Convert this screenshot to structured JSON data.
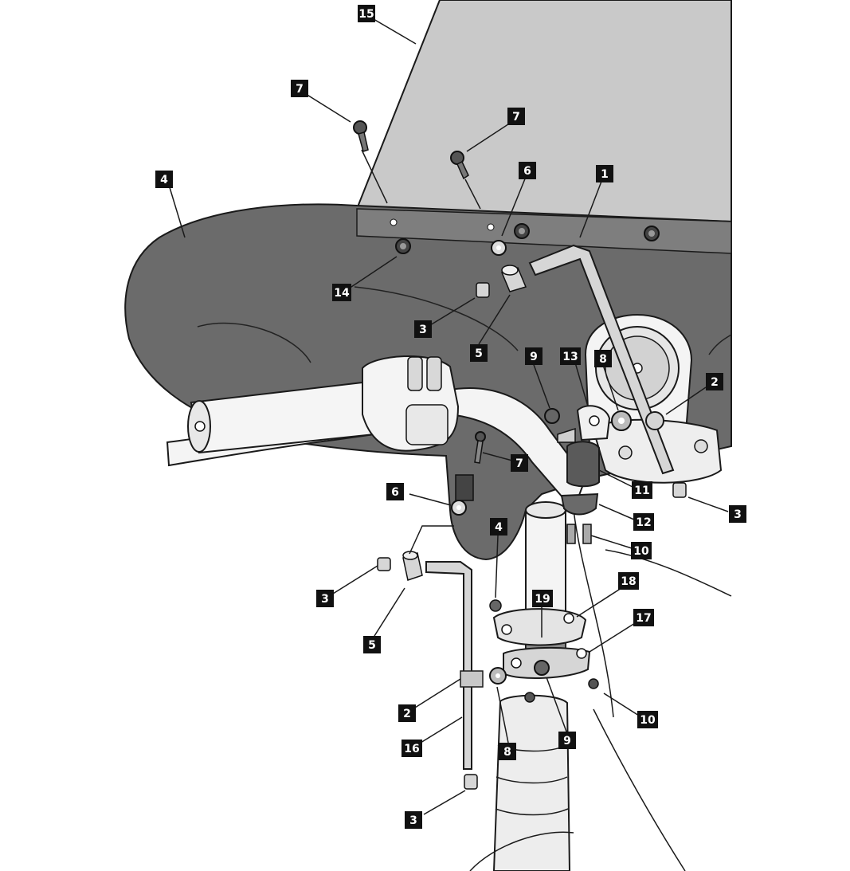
{
  "labels": {
    "l15": "15",
    "l7a": "7",
    "l7b": "7",
    "l4a": "4",
    "l6a": "6",
    "l1": "1",
    "l14": "14",
    "l3a": "3",
    "l5a": "5",
    "l9a": "9",
    "l13": "13",
    "l8a": "8",
    "l2a": "2",
    "l7c": "7",
    "l11": "11",
    "l3b": "3",
    "l6b": "6",
    "l12": "12",
    "l4b": "4",
    "l10a": "10",
    "l3c": "3",
    "l19": "19",
    "l18": "18",
    "l5b": "5",
    "l17": "17",
    "l2b": "2",
    "l10b": "10",
    "l16": "16",
    "l9b": "9",
    "l8b": "8",
    "l3d": "3"
  },
  "colors": {
    "windshield": "#c9c9c9",
    "fairing": "#6b6b6b",
    "fairing_band": "#7e7e7e",
    "outline": "#1a1a1a",
    "callout_bg": "#111111",
    "callout_text": "#ffffff",
    "metal": "#d6d6d6"
  }
}
